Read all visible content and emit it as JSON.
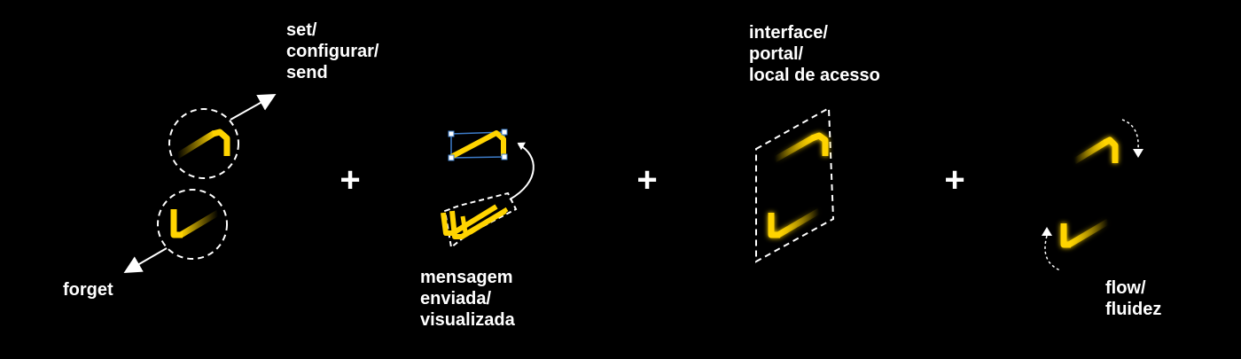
{
  "labels": {
    "set": [
      "set/",
      "configurar/",
      "send"
    ],
    "forget": [
      "forget"
    ],
    "mensagem": [
      "mensagem",
      "enviada/",
      "visualizada"
    ],
    "interface": [
      "interface/",
      "portal/",
      "local de acesso"
    ],
    "flow": [
      "flow/",
      "fluidez"
    ]
  },
  "operators": [
    "+",
    "+",
    "+"
  ],
  "colors": {
    "background": "#000000",
    "accent": "#FFD400",
    "stroke": "#FFFFFF",
    "selection": "#3D7CC9"
  }
}
